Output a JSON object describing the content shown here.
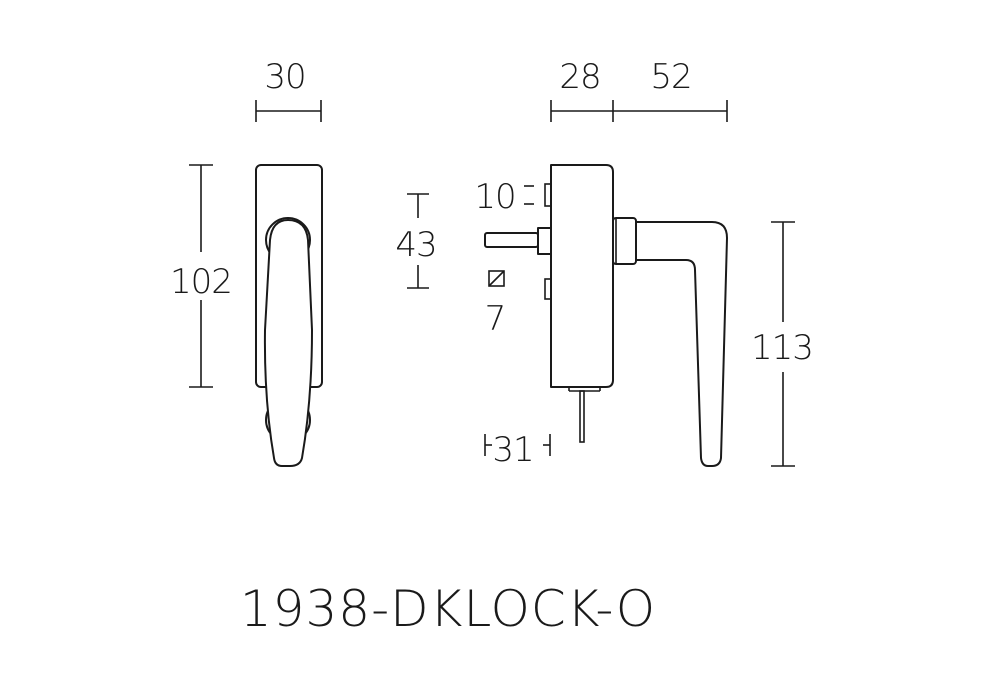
{
  "dimensions": {
    "front_width": "30",
    "front_height": "102",
    "side_depth": "28",
    "handle_projection": "52",
    "spindle_height": "43",
    "spindle_length": "10",
    "spindle_square": "7",
    "key_length": "31",
    "handle_length": "113"
  },
  "title": "1938-DKLOCK-O"
}
